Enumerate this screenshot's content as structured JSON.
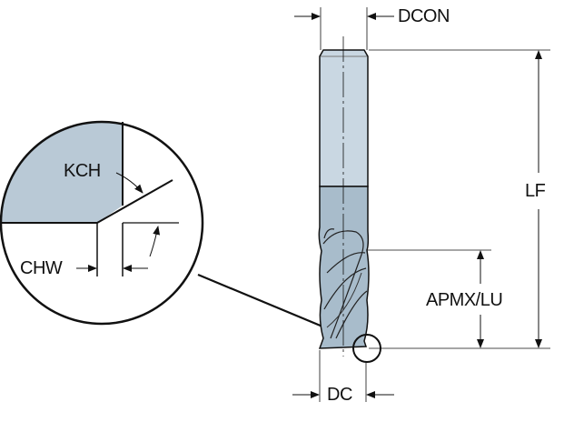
{
  "labels": {
    "dcon": "DCON",
    "lf": "LF",
    "apmx_lu": "APMX/LU",
    "dc": "DC",
    "kch": "KCH",
    "chw": "CHW"
  },
  "colors": {
    "shank_light": "#c9d7e2",
    "shank_dark": "#a8bccb",
    "detail_fill": "#b9c9d6",
    "line": "#111111"
  }
}
